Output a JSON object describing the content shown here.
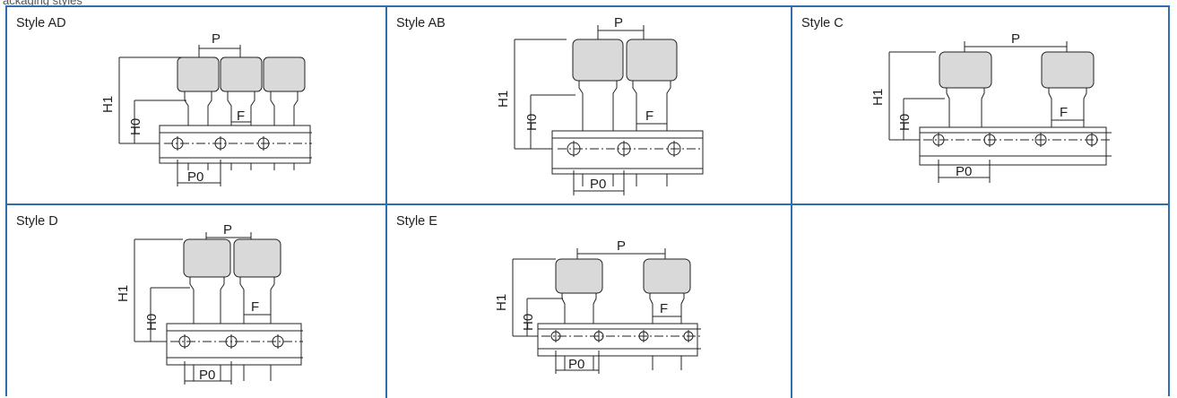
{
  "header": {
    "fragment": "ackaging styles"
  },
  "styles": [
    {
      "label": "Style AD",
      "pitch": "P",
      "h1": "H1",
      "h0": "H0",
      "f": "F",
      "p0": "P0"
    },
    {
      "label": "Style AB",
      "pitch": "P",
      "h1": "H1",
      "h0": "H0",
      "f": "F",
      "p0": "P0"
    },
    {
      "label": "Style C",
      "pitch": "P",
      "h1": "H1",
      "h0": "H0",
      "f": "F",
      "p0": "P0"
    },
    {
      "label": "Style D",
      "pitch": "P",
      "h1": "H1",
      "h0": "H0",
      "f": "F",
      "p0": "P0"
    },
    {
      "label": "Style E",
      "pitch": "P",
      "h1": "H1",
      "h0": "H0",
      "f": "F",
      "p0": "P0"
    }
  ],
  "colors": {
    "border": "#2e6fae",
    "drawing": "#231f20",
    "body_fill": "#d9d9d9"
  }
}
